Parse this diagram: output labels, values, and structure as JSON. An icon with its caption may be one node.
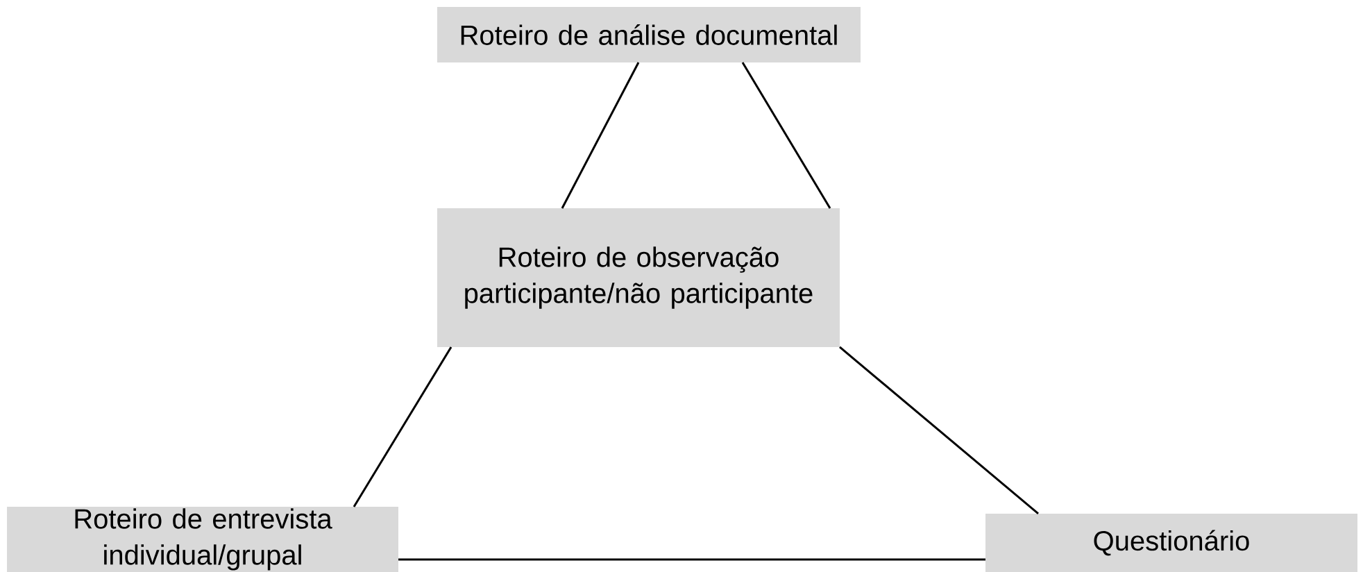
{
  "diagram": {
    "nodes": [
      {
        "text": [
          "Roteiro de análise documental"
        ]
      },
      {
        "text": [
          "Roteiro de observação participante/não participante"
        ]
      },
      {
        "text": [
          "Roteiro de entrevista individual/grupal"
        ]
      },
      {
        "text": [
          "Questionário"
        ]
      }
    ],
    "edges": [
      {
        "from": 0,
        "to": 1,
        "arrow": "none"
      },
      {
        "from": 0,
        "to": 1,
        "arrow": "none"
      },
      {
        "from": 1,
        "to": 2,
        "arrow": "none"
      },
      {
        "from": 1,
        "to": 3,
        "arrow": "none"
      },
      {
        "from": 2,
        "to": 3,
        "arrow": "none"
      }
    ]
  }
}
